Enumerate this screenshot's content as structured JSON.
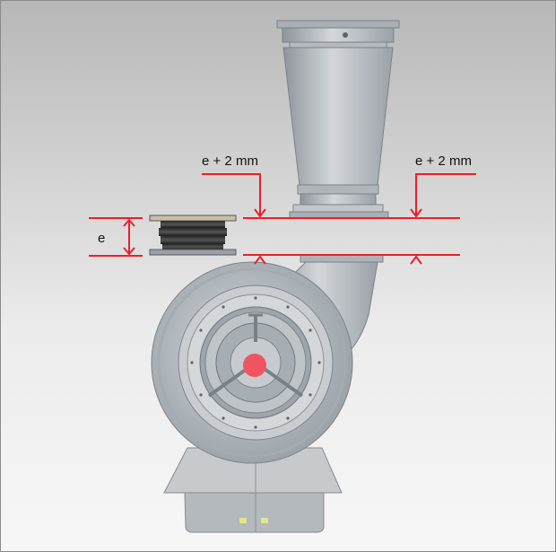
{
  "dimension_labels": {
    "height": "e",
    "left_offset": "e + 2 mm",
    "right_offset": "e + 2 mm"
  },
  "colors": {
    "dimension_line": "#e8202a",
    "metal": "#b9bec3",
    "marker": "#ee5560"
  }
}
